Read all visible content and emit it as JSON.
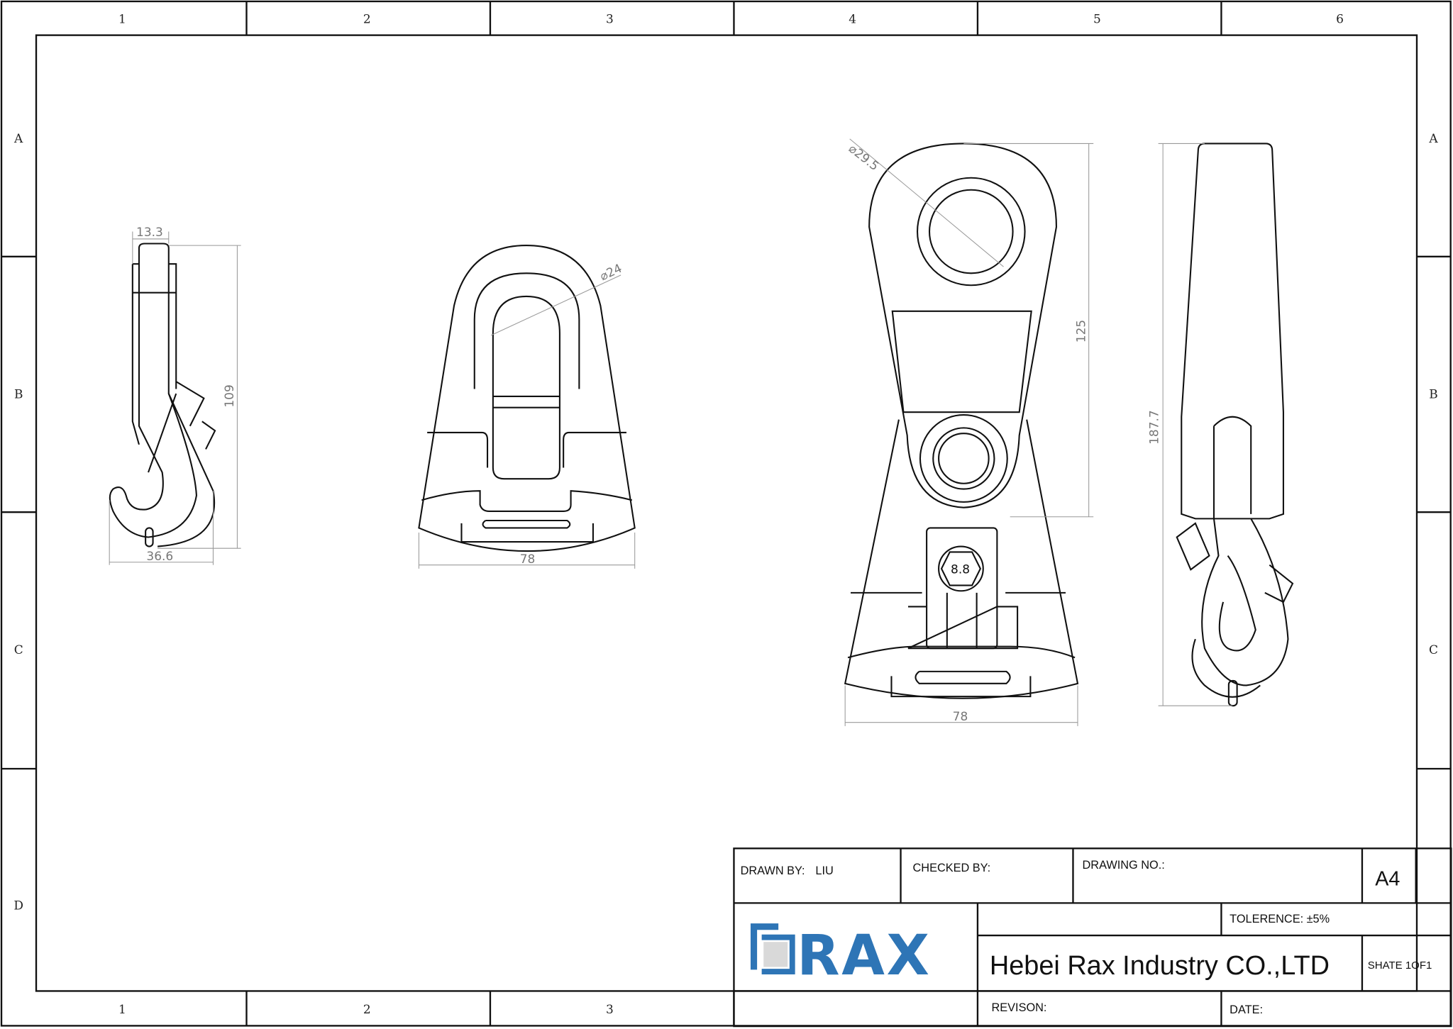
{
  "frame": {
    "column_labels": [
      "1",
      "2",
      "3",
      "4",
      "5",
      "6"
    ],
    "row_labels": [
      "A",
      "B",
      "C",
      "D"
    ],
    "bottom_column_labels": [
      "1",
      "2",
      "3"
    ]
  },
  "views": {
    "hook_side": {
      "width_top": "13.3",
      "height": "109",
      "width_bottom": "36.6"
    },
    "front_clamp": {
      "diameter": "⌀24",
      "width": "78"
    },
    "assembly_front": {
      "eye_diameter": "⌀29.5",
      "height": "125",
      "bolt_grade": "8.8",
      "width": "78"
    },
    "assembly_side": {
      "height": "187.7"
    }
  },
  "title_block": {
    "drawn_by_label": "DRAWN BY:",
    "drawn_by_value": "LIU",
    "checked_by_label": "CHECKED BY:",
    "drawing_no_label": "DRAWING NO.:",
    "paper_size": "A4",
    "tolerance_label": "TOLERENCE:",
    "tolerance_value": "±5%",
    "company": "Hebei Rax Industry CO.,LTD",
    "sheet": "SHATE 1OF1",
    "revision_label": "REVISON:",
    "date_label": "DATE:",
    "logo_text": "RAX",
    "logo_color": "#2e75b6"
  }
}
